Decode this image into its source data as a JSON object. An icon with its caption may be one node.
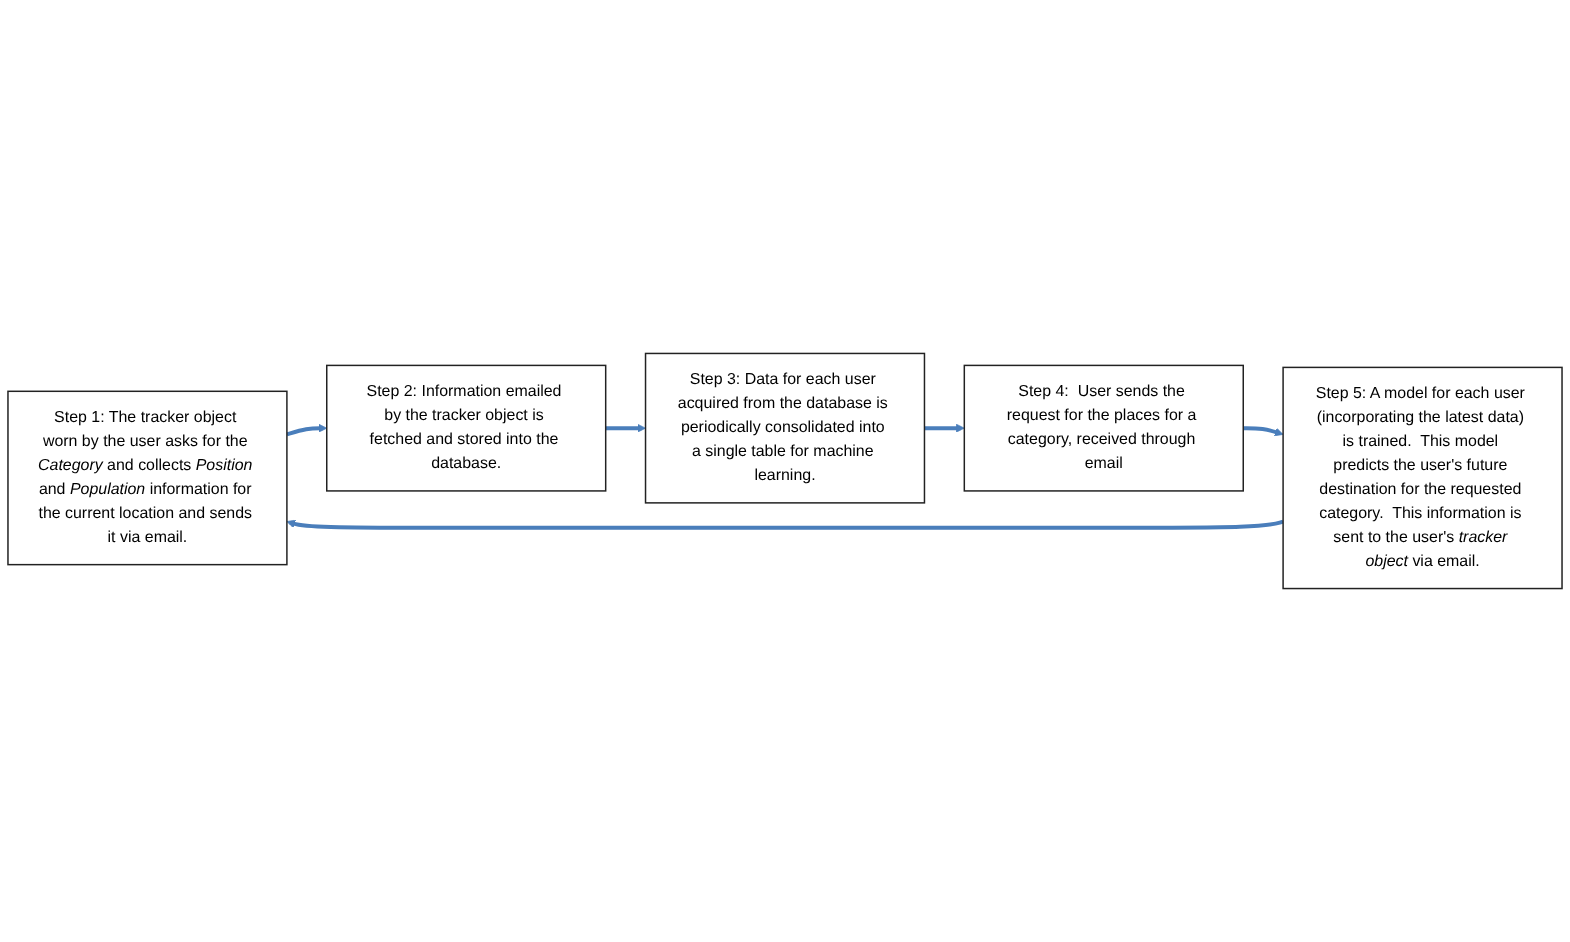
{
  "diagram": {
    "nodes": [
      {
        "text": [
          "Step 1: The tracker object worn by the user asks for the *Category* and collects *Position* and *Population* information for the current location and sends it via email."
        ]
      },
      {
        "text": [
          "Step 2: Information emailed by the tracker object is fetched and stored into the database."
        ]
      },
      {
        "text": [
          "Step 3: Data for each user acquired from the database is periodically consolidated into a single table for machine learning."
        ]
      },
      {
        "text": [
          "Step 4:  User sends the request for the places for a category, received through email"
        ]
      },
      {
        "text": [
          "Step 5: A model for each user (incorporating the latest data) is trained.  This model predicts the user's future destination for the requested category.  This information is sent to the user's *tracker object* via email."
        ]
      }
    ],
    "edges": [
      {
        "from": 0,
        "to": 1,
        "arrow": "to"
      },
      {
        "from": 1,
        "to": 2,
        "arrow": "to"
      },
      {
        "from": 2,
        "to": 3,
        "arrow": "to"
      },
      {
        "from": 3,
        "to": 4,
        "arrow": "to"
      },
      {
        "from": 4,
        "to": 0,
        "arrow": "to"
      }
    ]
  }
}
